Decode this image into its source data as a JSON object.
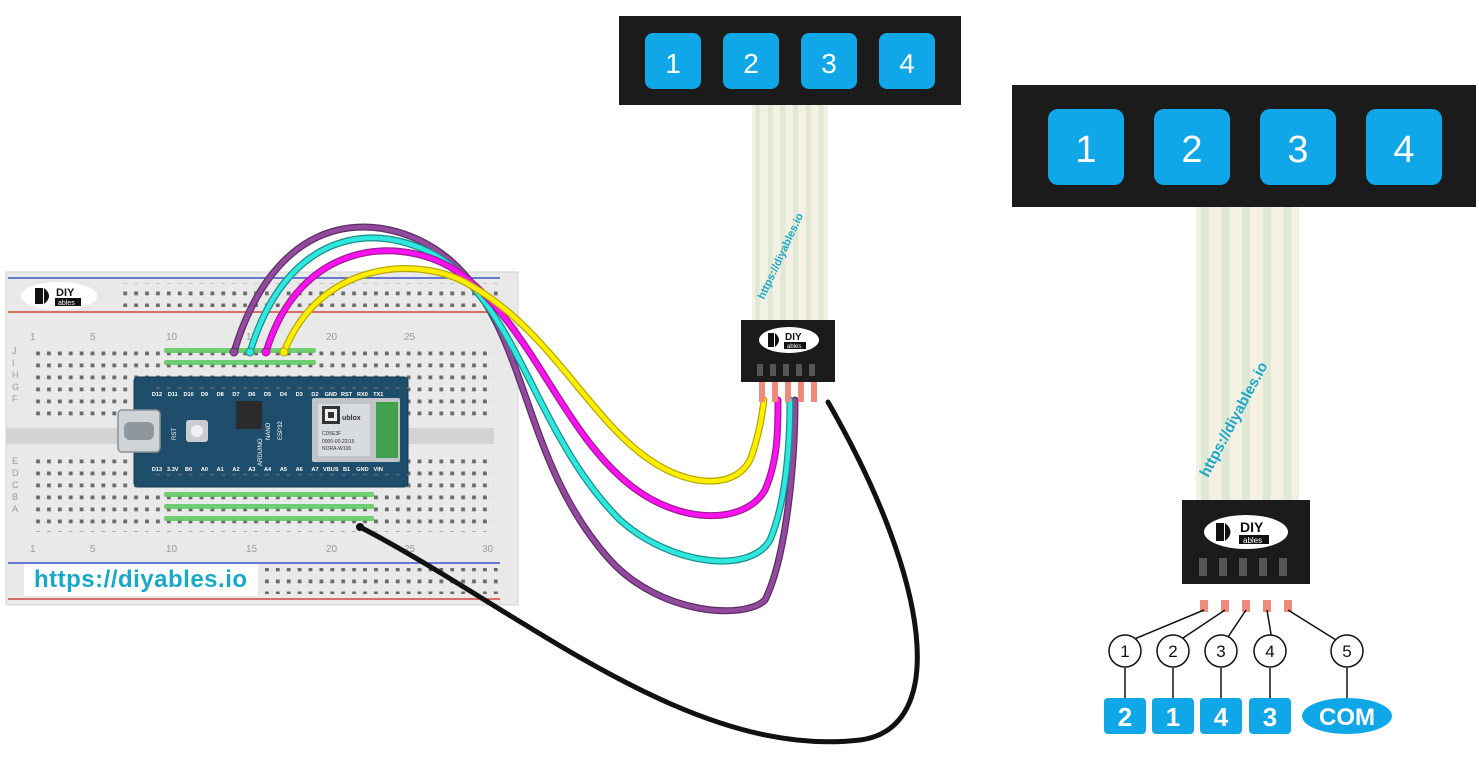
{
  "brand": {
    "logo_text_top": "DIY",
    "logo_text_bottom": "ables",
    "website": "https://diyables.io",
    "cable_text": "https://diyables.io"
  },
  "breadboard": {
    "column_numbers": [
      "1",
      "5",
      "10",
      "15",
      "20",
      "25",
      "30"
    ],
    "row_letters_top": [
      "J",
      "I",
      "H",
      "G",
      "F"
    ],
    "row_letters_bottom": [
      "E",
      "D",
      "C",
      "B",
      "A"
    ]
  },
  "arduino": {
    "top_pins": [
      "D12",
      "D11",
      "D10",
      "D9",
      "D8",
      "D7",
      "D6",
      "D5",
      "D4",
      "D3",
      "D2",
      "GND",
      "RST",
      "RX0",
      "TX1"
    ],
    "bottom_pins": [
      "D13",
      "3.3V",
      "B0",
      "A0",
      "A1",
      "A2",
      "A3",
      "A4",
      "A5",
      "A6",
      "A7",
      "VBUS",
      "B1",
      "GND",
      "VIN"
    ],
    "board_label_1": "NANO",
    "board_label_2": "ESP32",
    "board_label_3": "ARDUINO",
    "module_brand": "ublox",
    "module_code_1": "CD5E3F",
    "module_code_2": "0000-00-22/15",
    "module_code_3": "NORA-W106",
    "rst_label": "RST"
  },
  "keypad_small": {
    "keys": [
      "1",
      "2",
      "3",
      "4"
    ]
  },
  "keypad_large": {
    "keys": [
      "1",
      "2",
      "3",
      "4"
    ]
  },
  "pinout": {
    "pin_numbers": [
      "1",
      "2",
      "3",
      "4",
      "5"
    ],
    "pin_functions": [
      "2",
      "1",
      "4",
      "3",
      "COM"
    ]
  },
  "colors": {
    "key_blue": "#10a7e8",
    "wire_yellow": "#ffee00",
    "wire_magenta": "#ff10f0",
    "wire_cyan": "#2ee8e0",
    "wire_purple": "#934a9e",
    "wire_black": "#111111",
    "board_teal": "#1f4e6c"
  }
}
